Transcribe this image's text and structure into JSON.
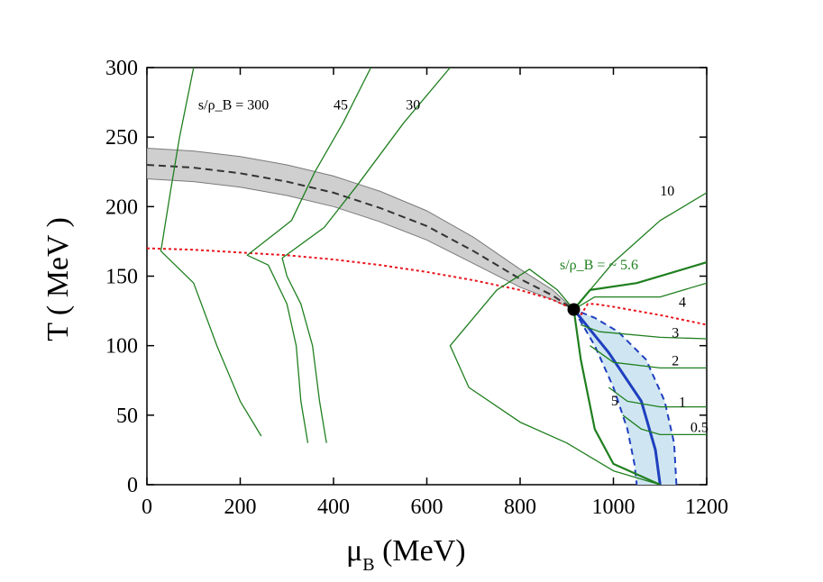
{
  "chart_data": {
    "type": "line",
    "title": "",
    "xlabel": "μ_B (MeV)",
    "ylabel": "T ( MeV )",
    "xlim": [
      0,
      1200
    ],
    "ylim": [
      0,
      300
    ],
    "xticks": [
      0,
      200,
      400,
      600,
      800,
      1000,
      1200
    ],
    "yticks": [
      0,
      50,
      100,
      150,
      200,
      250,
      300
    ],
    "band": {
      "center": [
        [
          0,
          230
        ],
        [
          100,
          228
        ],
        [
          200,
          224
        ],
        [
          300,
          218
        ],
        [
          400,
          210
        ],
        [
          500,
          199
        ],
        [
          600,
          186
        ],
        [
          700,
          168
        ],
        [
          800,
          148
        ],
        [
          870,
          136
        ],
        [
          915,
          126
        ]
      ],
      "upper": [
        [
          0,
          242
        ],
        [
          100,
          240
        ],
        [
          200,
          236
        ],
        [
          300,
          230
        ],
        [
          400,
          222
        ],
        [
          500,
          211
        ],
        [
          600,
          197
        ],
        [
          700,
          178
        ],
        [
          800,
          155
        ],
        [
          870,
          140
        ],
        [
          915,
          126
        ]
      ],
      "lower": [
        [
          0,
          220
        ],
        [
          100,
          218
        ],
        [
          200,
          214
        ],
        [
          300,
          208
        ],
        [
          400,
          200
        ],
        [
          500,
          189
        ],
        [
          600,
          176
        ],
        [
          700,
          159
        ],
        [
          800,
          142
        ],
        [
          870,
          133
        ],
        [
          915,
          126
        ]
      ]
    },
    "red_transition_line": [
      [
        0,
        170
      ],
      [
        100,
        169
      ],
      [
        200,
        167
      ],
      [
        300,
        165
      ],
      [
        400,
        162
      ],
      [
        500,
        158
      ],
      [
        600,
        153
      ],
      [
        700,
        147
      ],
      [
        800,
        140
      ],
      [
        870,
        133
      ],
      [
        915,
        126
      ]
    ],
    "red_spinodal": [
      [
        930,
        122
      ],
      [
        945,
        130
      ],
      [
        960,
        130
      ],
      [
        1000,
        128
      ],
      [
        1100,
        122
      ],
      [
        1200,
        115
      ]
    ],
    "critical_point": {
      "x": 915,
      "y": 126
    },
    "isentropes": [
      {
        "label": "s/ρ_B = 300",
        "points": [
          [
            245,
            35
          ],
          [
            200,
            60
          ],
          [
            150,
            100
          ],
          [
            100,
            145
          ],
          [
            30,
            168
          ],
          [
            50,
            210
          ],
          [
            70,
            250
          ],
          [
            100,
            300
          ]
        ]
      },
      {
        "label": "45",
        "points": [
          [
            345,
            30
          ],
          [
            330,
            60
          ],
          [
            320,
            100
          ],
          [
            300,
            130
          ],
          [
            260,
            158
          ],
          [
            215,
            165
          ],
          [
            310,
            190
          ],
          [
            360,
            225
          ],
          [
            420,
            260
          ],
          [
            480,
            300
          ]
        ]
      },
      {
        "label": "30",
        "points": [
          [
            385,
            30
          ],
          [
            370,
            60
          ],
          [
            355,
            100
          ],
          [
            330,
            130
          ],
          [
            300,
            150
          ],
          [
            290,
            163
          ],
          [
            380,
            185
          ],
          [
            450,
            215
          ],
          [
            550,
            260
          ],
          [
            650,
            300
          ]
        ]
      },
      {
        "label": "10",
        "points": [
          [
            915,
            126
          ],
          [
            880,
            140
          ],
          [
            820,
            155
          ],
          [
            750,
            140
          ],
          [
            700,
            120
          ],
          [
            650,
            100
          ],
          [
            690,
            70
          ],
          [
            800,
            45
          ],
          [
            900,
            30
          ],
          [
            1000,
            10
          ],
          [
            1100,
            0
          ]
        ]
      },
      {
        "label": "10",
        "points": [
          [
            915,
            126
          ],
          [
            1000,
            160
          ],
          [
            1100,
            190
          ],
          [
            1200,
            210
          ]
        ]
      },
      {
        "label": "s/ρ_B = ~ 5.6",
        "points": [
          [
            915,
            126
          ],
          [
            950,
            140
          ],
          [
            1050,
            145
          ],
          [
            1200,
            160
          ]
        ]
      },
      {
        "label": "4",
        "points": [
          [
            915,
            126
          ],
          [
            960,
            135
          ],
          [
            1100,
            135
          ],
          [
            1200,
            145
          ]
        ]
      },
      {
        "label": "3",
        "points": [
          [
            930,
            115
          ],
          [
            970,
            110
          ],
          [
            1100,
            106
          ],
          [
            1200,
            105
          ]
        ]
      },
      {
        "label": "2",
        "points": [
          [
            950,
            100
          ],
          [
            1000,
            88
          ],
          [
            1100,
            84
          ],
          [
            1200,
            84
          ]
        ]
      },
      {
        "label": "1",
        "points": [
          [
            990,
            70
          ],
          [
            1030,
            60
          ],
          [
            1100,
            56
          ],
          [
            1200,
            56
          ]
        ]
      },
      {
        "label": "0.5",
        "points": [
          [
            1020,
            50
          ],
          [
            1060,
            40
          ],
          [
            1100,
            36
          ],
          [
            1200,
            36
          ]
        ]
      },
      {
        "label": "5",
        "points": [
          [
            915,
            126
          ],
          [
            930,
            90
          ],
          [
            960,
            40
          ],
          [
            1000,
            15
          ],
          [
            1100,
            0
          ]
        ]
      }
    ],
    "annotations": [
      {
        "text": "s/ρ_B = 300",
        "x": 110,
        "y": 270
      },
      {
        "text": "45",
        "x": 400,
        "y": 270
      },
      {
        "text": "30",
        "x": 555,
        "y": 270
      },
      {
        "text": "10",
        "x": 1100,
        "y": 208
      },
      {
        "text": "s/ρ_B = ~ 5.6",
        "x": 885,
        "y": 155
      },
      {
        "text": "4",
        "x": 1140,
        "y": 128
      },
      {
        "text": "3",
        "x": 1125,
        "y": 106
      },
      {
        "text": "2",
        "x": 1125,
        "y": 86
      },
      {
        "text": "1",
        "x": 1140,
        "y": 56
      },
      {
        "text": "5",
        "x": 995,
        "y": 57
      },
      {
        "text": "0.5",
        "x": 1165,
        "y": 38
      }
    ]
  }
}
